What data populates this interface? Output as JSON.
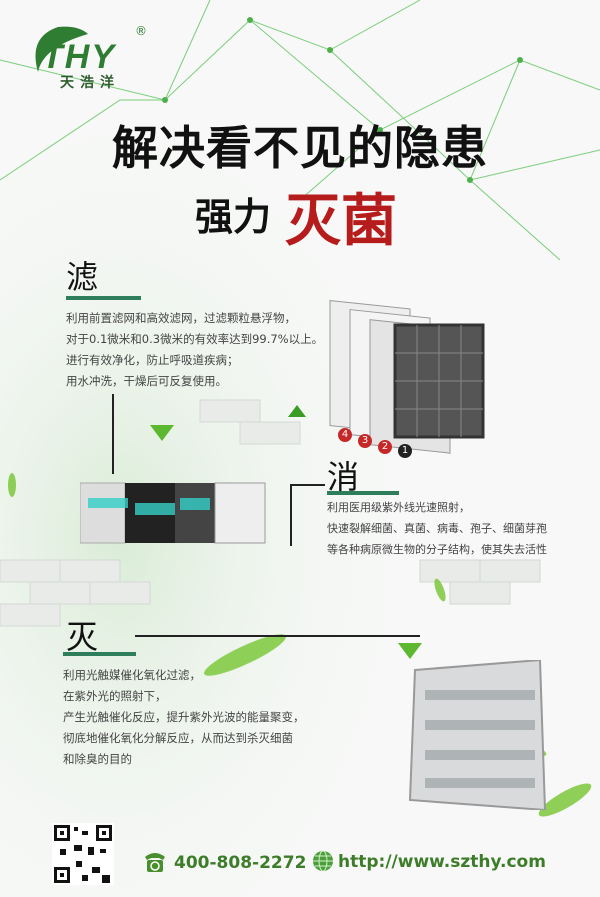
{
  "brand": {
    "logo_text": "THY",
    "logo_cn": "天浩洋",
    "registered": "®"
  },
  "headline": "解决看不见的隐患",
  "subheadline": {
    "part1": "强力",
    "part2": "灭菌"
  },
  "sections": [
    {
      "title": "滤",
      "lines": [
        "利用前置滤网和高效滤网，过滤颗粒悬浮物，",
        "对于0.1微米和0.3微米的有效率达到99.7%以上。",
        "进行有效净化，防止呼吸道疾病；",
        "用水冲洗，干燥后可反复使用。"
      ]
    },
    {
      "title": "消",
      "lines": [
        "利用医用级紫外线光速照射，",
        "快速裂解细菌、真菌、病毒、孢子、细菌芽孢",
        "等各种病原微生物的分子结构，使其失去活性"
      ]
    },
    {
      "title": "灭",
      "lines": [
        "利用光触媒催化氧化过滤，",
        "在紫外光的照射下，",
        "产生光触催化反应，提升紫外光波的能量聚变，",
        "彻底地催化氧化分解反应，从而达到杀灭细菌",
        "和除臭的目的"
      ]
    }
  ],
  "filter_layers": [
    "4",
    "3",
    "2",
    "1"
  ],
  "footer": {
    "phone": "400-808-2272",
    "website": "http://www.szthy.com",
    "phone_icon": "telephone-icon",
    "web_icon": "globe-icon"
  },
  "colors": {
    "brand_green": "#2e7d32",
    "accent_red": "#b71c1c",
    "footer_green": "#3d7d2a"
  }
}
